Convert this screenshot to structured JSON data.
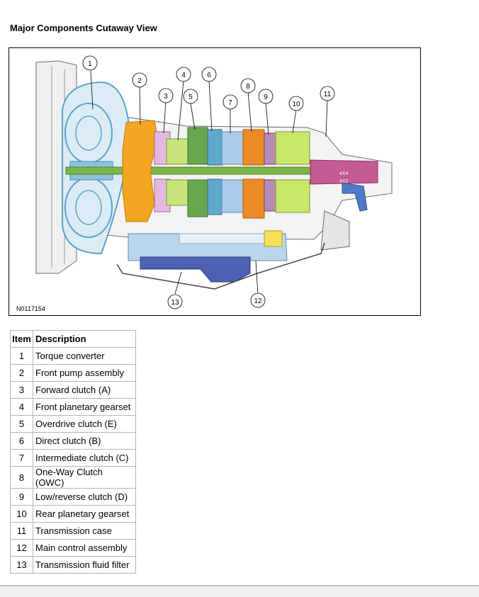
{
  "page": {
    "title": "Major Components Cutaway View",
    "figure_id": "N0117154"
  },
  "diagram": {
    "labels": {
      "4x4": "4X4",
      "4x2": "4X2"
    },
    "callouts": [
      "1",
      "2",
      "3",
      "4",
      "5",
      "6",
      "7",
      "8",
      "9",
      "10",
      "11",
      "12",
      "13"
    ]
  },
  "legend": {
    "header_item": "Item",
    "header_description": "Description",
    "rows": [
      {
        "item": "1",
        "description": "Torque converter"
      },
      {
        "item": "2",
        "description": "Front pump assembly"
      },
      {
        "item": "3",
        "description": "Forward clutch (A)"
      },
      {
        "item": "4",
        "description": "Front planetary gearset"
      },
      {
        "item": "5",
        "description": "Overdrive clutch (E)"
      },
      {
        "item": "6",
        "description": "Direct clutch (B)"
      },
      {
        "item": "7",
        "description": "Intermediate clutch (C)"
      },
      {
        "item": "8",
        "description": "One-Way Clutch (OWC)"
      },
      {
        "item": "9",
        "description": "Low/reverse clutch (D)"
      },
      {
        "item": "10",
        "description": "Rear planetary gearset"
      },
      {
        "item": "11",
        "description": "Transmission case"
      },
      {
        "item": "12",
        "description": "Main control assembly"
      },
      {
        "item": "13",
        "description": "Transmission fluid filter"
      }
    ]
  }
}
